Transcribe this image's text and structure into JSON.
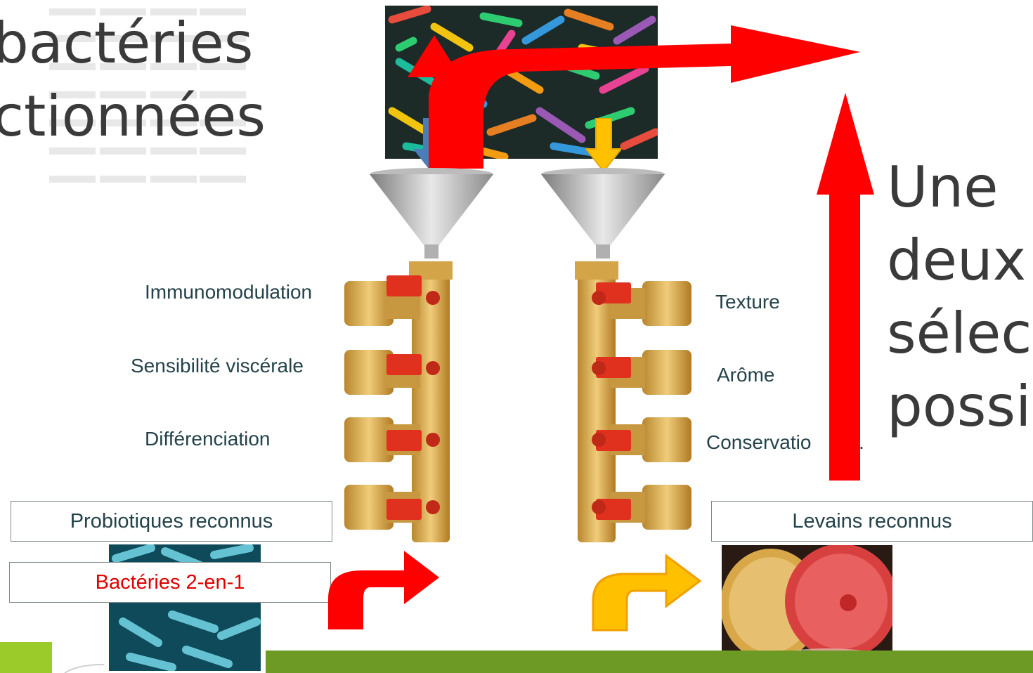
{
  "title": {
    "line1": "bactéries",
    "line2": "ctionnées"
  },
  "side_text": {
    "line1": "Une",
    "line2": "deux",
    "line3": "sélec",
    "line4": "possi"
  },
  "left_labels": [
    "Immunomodulation",
    "Sensibilité viscérale",
    "Différenciation"
  ],
  "right_labels": [
    "Texture",
    "Arôme",
    "Conservatio"
  ],
  "right_labels_trail": ".",
  "boxes": {
    "probiotics": "Probiotiques reconnus",
    "two_in_one": "Bactéries 2-en-1",
    "starters": "Levains reconnus"
  },
  "colors": {
    "red_arrow": "#ff0000",
    "orange_arrow": "#ffc000",
    "blue_arrow": "#4a7ebb",
    "brass": "#d9a441",
    "valve_red": "#e0301e",
    "green_bar": "#6d9a25",
    "two_in_one_text": "#e00000"
  }
}
